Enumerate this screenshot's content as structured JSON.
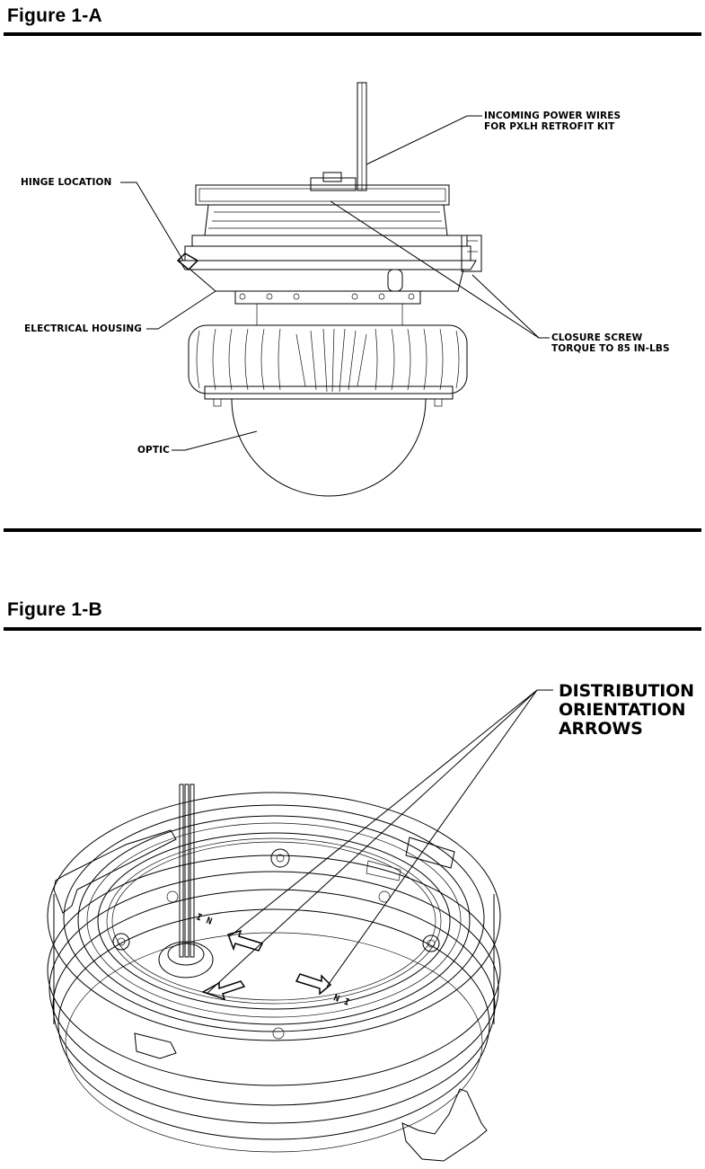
{
  "figure_a": {
    "title": "Figure 1-A",
    "labels": {
      "incoming_power_wires_line1": "INCOMING POWER WIRES",
      "incoming_power_wires_line2": "FOR PXLH RETROFIT KIT",
      "hinge_location": "HINGE LOCATION",
      "electrical_housing": "ELECTRICAL HOUSING",
      "closure_screw_line1": "CLOSURE SCREW",
      "closure_screw_line2": "TORQUE TO 85 IN-LBS",
      "optic": "OPTIC"
    }
  },
  "figure_b": {
    "title": "Figure 1-B",
    "labels": {
      "distribution_line1": "DISTRIBUTION",
      "distribution_line2": "ORIENTATION",
      "distribution_line3": "ARROWS"
    },
    "part_markings": {
      "in_left": "I N",
      "in_right": "I N"
    }
  }
}
